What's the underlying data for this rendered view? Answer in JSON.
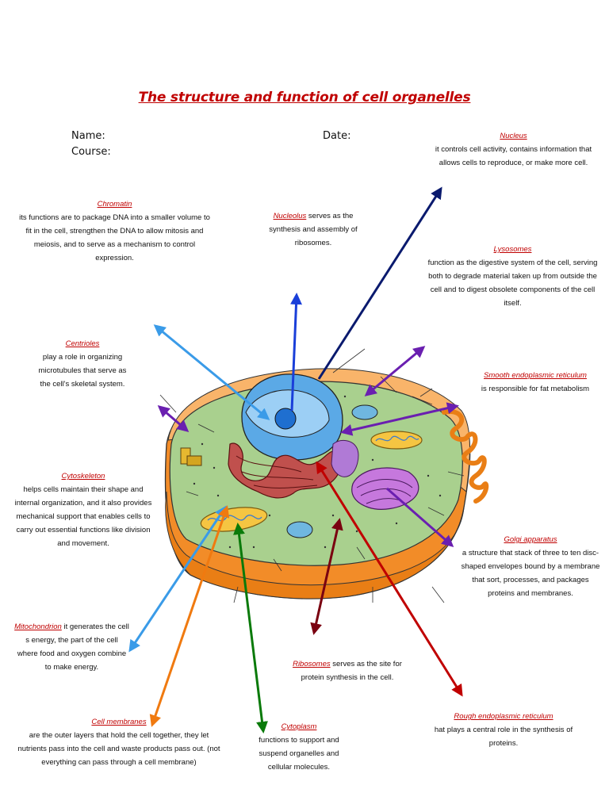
{
  "title": "The structure and function of cell organelles",
  "fields": {
    "name_label": "Name:",
    "course_label": "Course:",
    "date_label": "Date:"
  },
  "labels": {
    "nucleus": {
      "title": "Nucleus",
      "text": "it controls cell activity, contains information that allows cells to reproduce, or make more cell."
    },
    "chromatin": {
      "title": "Chromatin",
      "text": "its functions are to package DNA into a smaller volume to fit in the cell, strengthen the DNA to allow mitosis and meiosis, and to serve as a mechanism to control expression."
    },
    "nucleolus": {
      "title": "Nucleolus",
      "text": "serves as the synthesis and assembly of ribosomes."
    },
    "lysosomes": {
      "title": "Lysosomes",
      "text": "function as the digestive system of the cell, serving both to degrade material taken up from outside the cell and to digest obsolete components of the cell itself."
    },
    "centrioles": {
      "title": "Centrioles",
      "text": "play a role in organizing microtubules that serve as the cell's skeletal system."
    },
    "smooth_er": {
      "title": "Smooth endoplasmic reticulum",
      "text": "is responsible for fat metabolism"
    },
    "cytoskeleton": {
      "title": "Cytoskeleton",
      "text": "helps cells maintain their shape and internal organization, and it also provides mechanical support that enables cells to carry out essential functions like division and movement."
    },
    "golgi": {
      "title": "Golgi apparatus",
      "text": "a structure that stack of three to ten disc- shaped envelopes bound by a membrane that sort, processes, and packages proteins and membranes."
    },
    "mitochondrion": {
      "title": "Mitochondrion",
      "text": "it generates the cell s energy, the part of the cell where food and oxygen combine to make energy."
    },
    "ribosomes": {
      "title": "Ribosomes",
      "text": "serves as the site for protein synthesis in the cell."
    },
    "cell_membranes": {
      "title": "Cell membranes",
      "text": "are the outer layers that hold the cell together, they let nutrients pass into the cell and waste products pass out. (not everything can pass through a cell membrane)"
    },
    "cytoplasm": {
      "title": "Cytoplasm",
      "text": "functions to support and suspend organelles and cellular molecules."
    },
    "rough_er": {
      "title": "Rough endoplasmic reticulum",
      "text": "hat plays a central role in the synthesis of proteins."
    }
  },
  "colors": {
    "heading": "#c00000",
    "cytoplasm": "#a9d08e",
    "membrane": "#f28c28",
    "nucleus": "#5ba9e6",
    "nucleolus": "#1f6fd0",
    "golgi": "#c678dd",
    "rough_er": "#c0504d",
    "mitochondria": "#f5c542",
    "arrow_navy": "#0a1a6e",
    "arrow_blue": "#1a3fd9",
    "arrow_lightblue": "#3a9be8",
    "arrow_purple": "#6a1fb0",
    "arrow_red": "#c00000",
    "arrow_darkred": "#7a0010",
    "arrow_orange": "#f07a10",
    "arrow_green": "#0a7a0a"
  }
}
